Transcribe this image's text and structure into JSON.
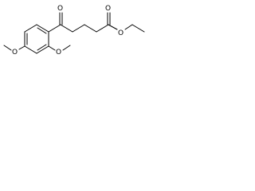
{
  "molecule": {
    "atoms": {
      "ketone_oxygen": "O",
      "ester_carbonyl_oxygen": "O",
      "ester_ether_oxygen": "O",
      "methoxy_para_oxygen": "O",
      "methoxy_ortho_oxygen": "O"
    },
    "colors": {
      "bond": "#000000",
      "label": "#000000",
      "background": "#ffffff"
    }
  }
}
